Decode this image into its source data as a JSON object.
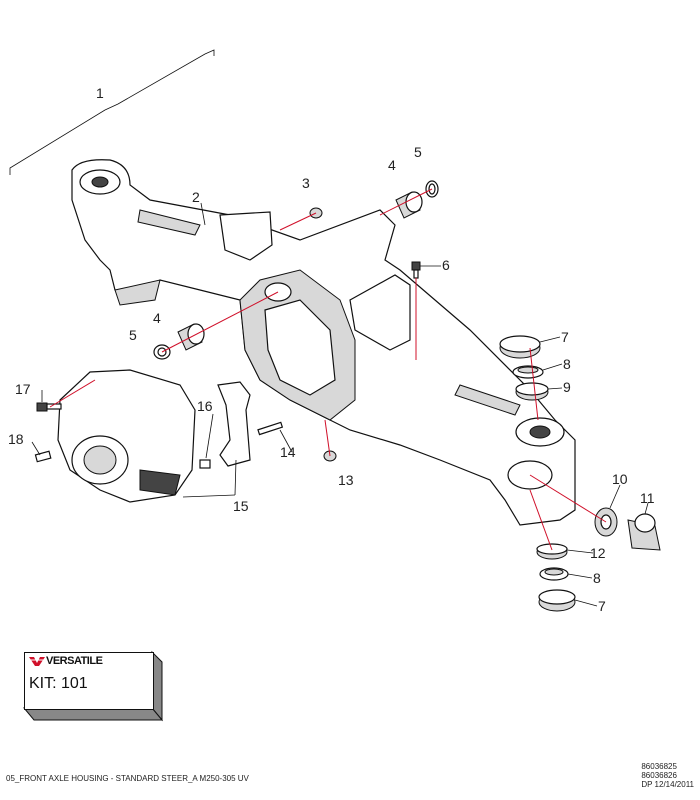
{
  "diagram": {
    "callouts": {
      "c1": "1",
      "c2": "2",
      "c3": "3",
      "c4a": "4",
      "c5a": "5",
      "c6": "6",
      "c4b": "4",
      "c5b": "5",
      "c7a": "7",
      "c8a": "8",
      "c9": "9",
      "c17": "17",
      "c16": "16",
      "c18": "18",
      "c14": "14",
      "c13": "13",
      "c15": "15",
      "c10": "10",
      "c11": "11",
      "c12": "12",
      "c8b": "8",
      "c7b": "7"
    }
  },
  "kit_box": {
    "brand": "VERSATILE",
    "kit_label": "KIT: 101",
    "brand_color": "#d0102a"
  },
  "footer": {
    "title": "05_FRONT AXLE HOUSING - STANDARD STEER_A M250-305 UV",
    "part_numbers": [
      "86036825",
      "86036826"
    ],
    "date_line": "DP 12/14/2011"
  }
}
